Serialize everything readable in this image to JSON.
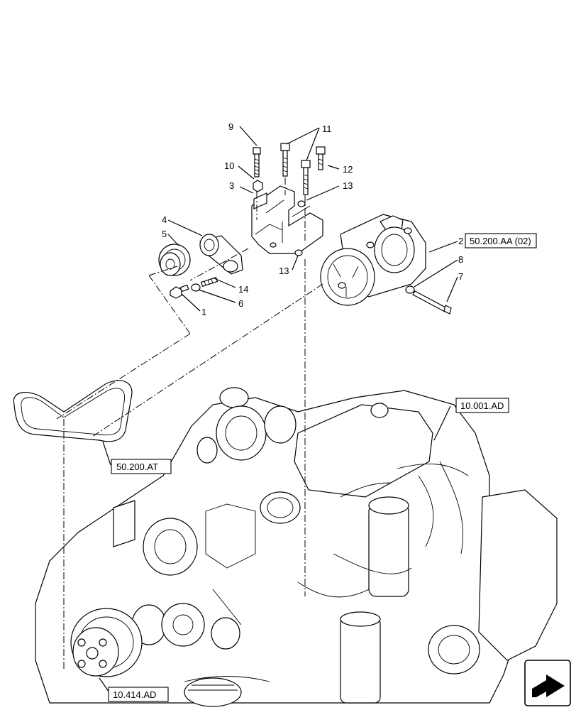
{
  "callouts": {
    "c1": "1",
    "c2": "2",
    "c3": "3",
    "c4": "4",
    "c5": "5",
    "c6": "6",
    "c7": "7",
    "c8": "8",
    "c9": "9",
    "c10": "10",
    "c11": "11",
    "c12": "12",
    "c13a": "13",
    "c13b": "13",
    "c14": "14"
  },
  "references": {
    "compressor_ref": "50.200.AA (02)",
    "belt_ref": "50.200.AT",
    "engine_ref": "10.001.AD",
    "pulley_ref": "10.414.AD"
  },
  "nav": {
    "icon": "next-page-arrow-icon"
  }
}
